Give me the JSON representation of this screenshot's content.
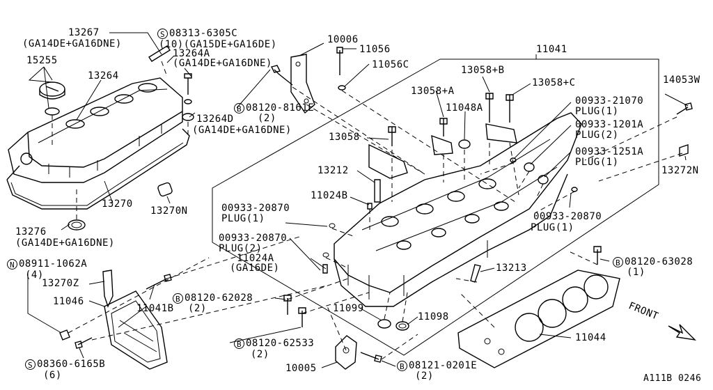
{
  "labels": {
    "p13267": "13267",
    "p13267_note": "(GA14DE+GA16DNE)",
    "s08313": "08313-6305C",
    "s08313_note": "(10)(GA15DE+GA16DE)",
    "p13264a": "13264A",
    "p13264a_note": "(GA14DE+GA16DNE)",
    "p15255": "15255",
    "p13264": "13264",
    "p13264d": "13264D",
    "p13264d_note": "(GA14DE+GA16DNE)",
    "p10006": "10006",
    "p11056": "11056",
    "p11056c": "11056C",
    "b08120_8161": "08120-8161E",
    "b08120_8161_q": "(2)",
    "p11041": "11041",
    "p13058b": "13058+B",
    "p13058c": "13058+C",
    "p14053w": "14053W",
    "p13058a": "13058+A",
    "p11048a": "11048A",
    "p00933_21070": "00933-21070",
    "plug1a": "PLUG(1)",
    "p00933_1201a": "00933-1201A",
    "plug2a": "PLUG(2)",
    "p13058": "13058",
    "p00933_1251a": "00933-1251A",
    "plug1b": "PLUG(1)",
    "p13272n": "13272N",
    "p13212": "13212",
    "p13270": "13270",
    "p13270n": "13270N",
    "p11024b": "11024B",
    "p00933_20870a": "00933-20870",
    "plug1c": "PLUG(1)",
    "p00933_20870b": "00933-20870",
    "plug1d": "PLUG(1)",
    "p13276": "13276",
    "p13276_note": "(GA14DE+GA16DNE)",
    "p00933_20870c": "00933-20870",
    "plug2b": "PLUG(2)",
    "n08911": "08911-1062A",
    "n08911_q": "(4)",
    "p11024a": "11024A",
    "p11024a_note": "(GA16DE)",
    "p13213": "13213",
    "b08120_63028": "08120-63028",
    "b08120_63028_q": "(1)",
    "p13270z": "13270Z",
    "p11046": "11046",
    "p11041b": "11041B",
    "b08120_62028": "08120-62028",
    "b08120_62028_q": "(2)",
    "p11099": "11099",
    "p11098": "11098",
    "front": "FRONT",
    "b08120_62533": "08120-62533",
    "b08120_62533_q": "(2)",
    "p11044": "11044",
    "s08360": "08360-6165B",
    "s08360_q": "(6)",
    "p10005": "10005",
    "b08121": "08121-0201E",
    "b08121_q": "(2)",
    "code": "A111B 0246"
  },
  "symbols": {
    "S": "S",
    "B": "B",
    "N": "N"
  }
}
